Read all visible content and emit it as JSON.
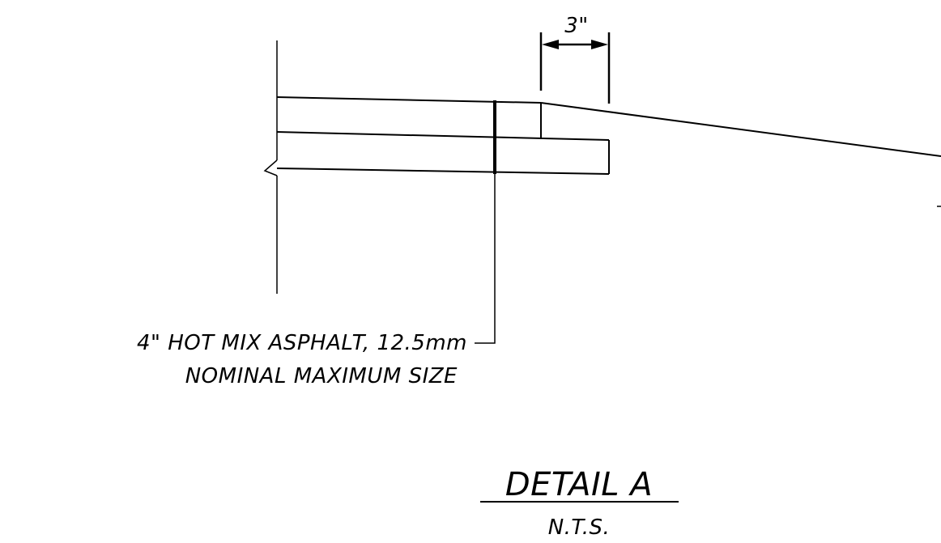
{
  "dimension": {
    "label": "3\""
  },
  "callout": {
    "line1": "4\" HOT MIX  ASPHALT, 12.5mm",
    "line2": "NOMINAL MAXIMUM  SIZE"
  },
  "detail": {
    "title": "DETAIL  A",
    "scale": "N.T.S."
  },
  "colors": {
    "ink": "#000000",
    "paper": "#ffffff"
  }
}
